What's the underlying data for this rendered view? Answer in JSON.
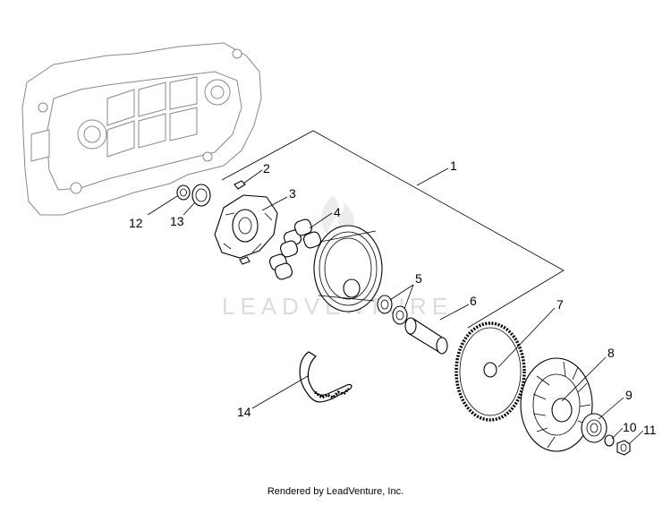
{
  "diagram": {
    "callouts": [
      "1",
      "2",
      "3",
      "4",
      "5",
      "6",
      "7",
      "8",
      "9",
      "10",
      "11",
      "12",
      "13",
      "14"
    ],
    "watermark": "LEADVENTURE",
    "credit": "Rendered by LeadVenture, Inc."
  },
  "colors": {
    "line": "#000000",
    "housing_line": "#888888",
    "watermark": "#dcdcdc"
  }
}
